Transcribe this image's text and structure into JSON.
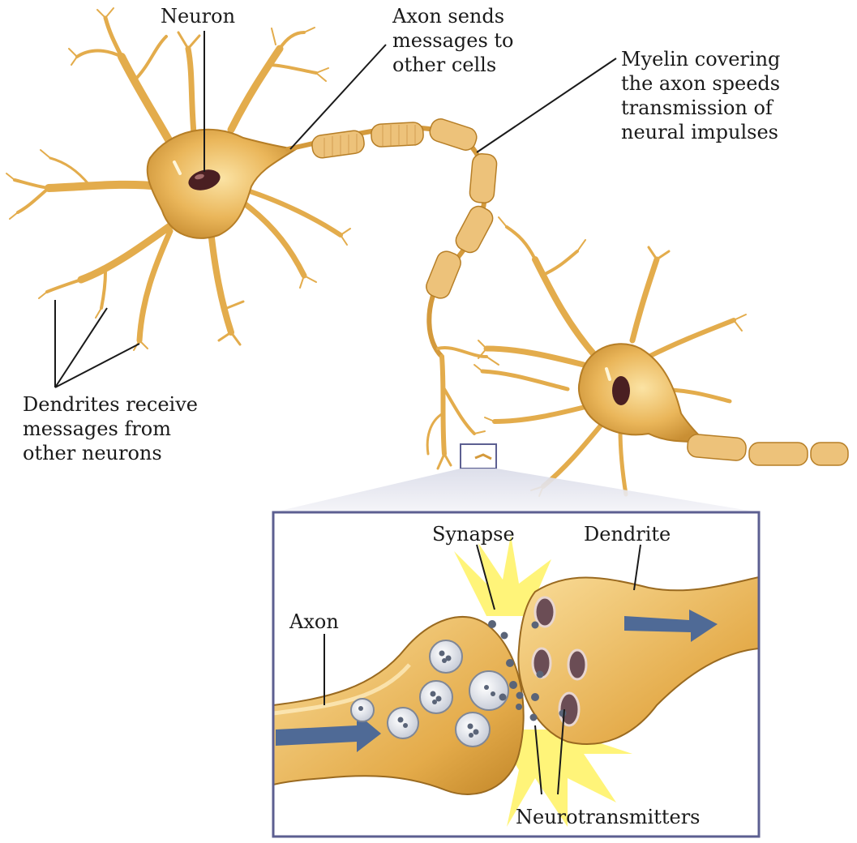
{
  "labels": {
    "neuron": "Neuron",
    "axon_sends": [
      "Axon sends",
      "messages to",
      "other cells"
    ],
    "myelin": [
      "Myelin covering",
      "the axon speeds",
      "transmission of",
      "neural impulses"
    ],
    "dendrites": [
      "Dendrites receive",
      "messages from",
      "other neurons"
    ],
    "synapse": "Synapse",
    "dendrite": "Dendrite",
    "axon": "Axon",
    "neurotransmitters": "Neurotransmitters"
  },
  "colors": {
    "neuron_fill": "#e9b552",
    "neuron_stroke": "#b5802a",
    "nucleus": "#4a1f22",
    "myelin_fill": "#edc27a",
    "inset_border": "#5c5f91",
    "flare": "#fff36a",
    "vesicle": "#9aa3b8",
    "arrow": "#4f6a96"
  }
}
